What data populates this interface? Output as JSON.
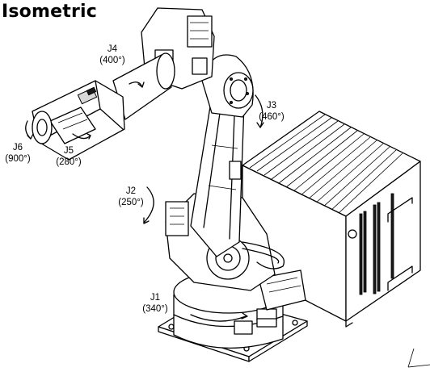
{
  "title": "Isometric",
  "joints": [
    {
      "id": "J1",
      "name": "J1",
      "range": "(340°)"
    },
    {
      "id": "J2",
      "name": "J2",
      "range": "(250°)"
    },
    {
      "id": "J3",
      "name": "J3",
      "range": "(460°)"
    },
    {
      "id": "J4",
      "name": "J4",
      "range": "(400°)"
    },
    {
      "id": "J5",
      "name": "J5",
      "range": "(280°)"
    },
    {
      "id": "J6",
      "name": "J6",
      "range": "(900°)"
    }
  ]
}
